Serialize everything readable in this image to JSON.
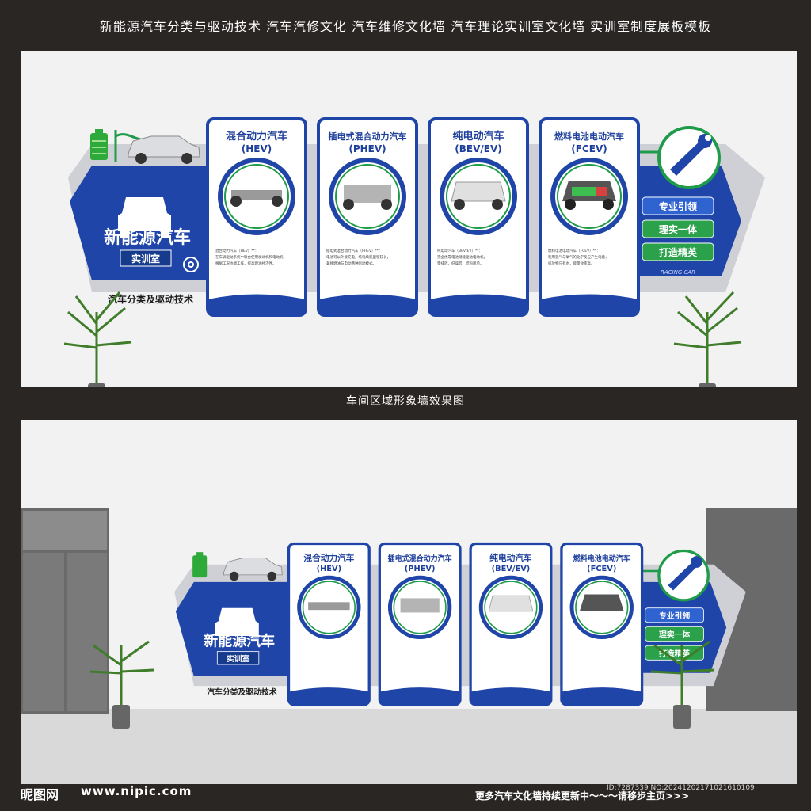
{
  "header": {
    "title": "新能源汽车分类与驱动技术   汽车汽修文化   汽车维修文化墙   汽车理论实训室文化墙   实训室制度展板模板"
  },
  "caption": "车间区域形象墙效果图",
  "wall": {
    "brand": "新能源汽车",
    "room": "实训室",
    "subtitle": "汽车分类及驱动技术",
    "slogans": [
      "专业引领",
      "理实一体",
      "打造精英"
    ],
    "racing_tag": "RACING CAR",
    "panels": [
      {
        "title": "混合动力汽车",
        "code": "(HEV)",
        "image": "hybrid-chassis-image",
        "text": [
          "混合动力汽车（HEV）**：",
          "在车辆驱动系统中联合使用发动机和电动机，",
          "根据工况协调工作，提高燃油经济性。"
        ]
      },
      {
        "title": "插电式混合动力汽车",
        "code": "(PHEV)",
        "image": "plugin-hybrid-image",
        "text": [
          "插电式混合动力汽车（PHEV）**：",
          "电池可以外接充电，纯电续航里程较长，",
          "兼顾燃油与电动两种驱动模式。"
        ]
      },
      {
        "title": "纯电动汽车",
        "code": "(BEV/EV)",
        "image": "battery-ev-image",
        "text": [
          "纯电动汽车（BEV/EV）**：",
          "完全依靠电池储能驱动电动机，",
          "零排放、低噪音、结构简单。"
        ]
      },
      {
        "title": "燃料电池电动汽车",
        "code": "(FCEV)",
        "image": "fuel-cell-image",
        "text": [
          "燃料电池电动汽车（FCEV）**：",
          "利用氢气与氧气的化学反应产生电能，",
          "排放物只有水，能量效率高。"
        ]
      }
    ]
  },
  "footer": {
    "logo": "昵图网",
    "url": "www.nipic.com",
    "more": "更多汽车文化墙持续更新中～～～请移步主页>>>",
    "id": "ID:7287339 NO:20241202171021610109"
  },
  "colors": {
    "blue": "#1f45a8",
    "green": "#1f9b4a",
    "wall": "#f2f2f2",
    "frame": "#2a2624"
  }
}
